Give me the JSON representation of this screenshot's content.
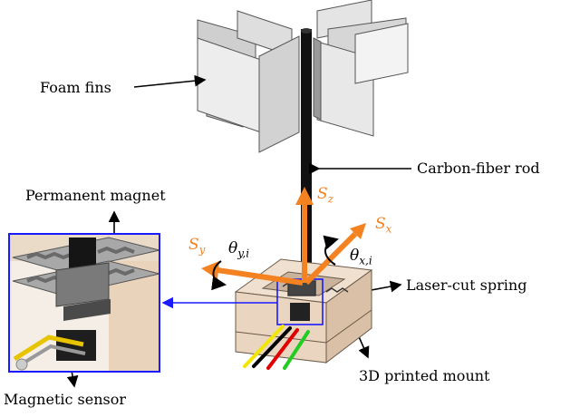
{
  "labels": {
    "foam_fins": "Foam fins",
    "carbon_rod": "Carbon-fiber rod",
    "permanent_magnet": "Permanent magnet",
    "laser_spring": "Laser-cut spring",
    "printed_mount": "3D printed mount",
    "magnetic_sensor": "Magnetic sensor"
  },
  "axes": {
    "sz": {
      "main": "S",
      "sub": "z"
    },
    "sx": {
      "main": "S",
      "sub": "x"
    },
    "sy": {
      "main": "S",
      "sub": "y"
    },
    "theta_x": {
      "main": "θ",
      "sub": "x,i"
    },
    "theta_y": {
      "main": "θ",
      "sub": "y,i"
    }
  },
  "colors": {
    "axis_orange": "#f58220",
    "callout_blue": "#1a1aff",
    "wires": [
      "#f2e600",
      "#000000",
      "#e00000",
      "#22cc22"
    ]
  }
}
